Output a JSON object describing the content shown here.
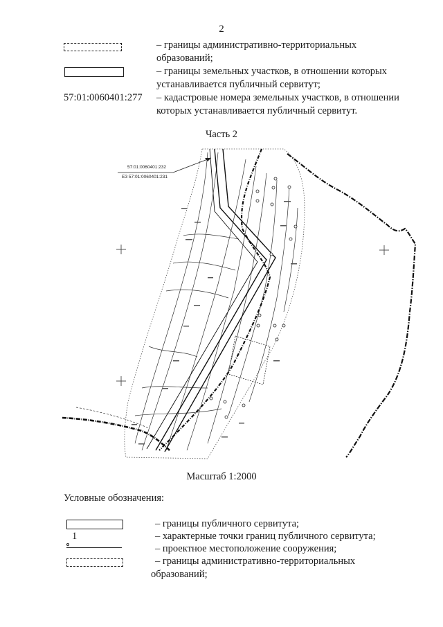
{
  "page": {
    "number": "2"
  },
  "top_legend": {
    "items": [
      {
        "symbol": "dash-dot-rectangle",
        "lines": [
          "– границы административно-территориальных",
          "образований;"
        ]
      },
      {
        "symbol": "solid-rectangle",
        "lines": [
          "– границы земельных участков, в отношении которых",
          "устанавливается публичный сервитут;"
        ]
      },
      {
        "symbol_text": "57:01:0060401:277",
        "lines": [
          "– кадастровые номера земельных участков, в отношении",
          "которых устанавливается публичный сервитут."
        ]
      }
    ]
  },
  "map": {
    "title": "Часть 2",
    "labels": {
      "parcel_1": "57:01:0060401:232",
      "parcel_2": "ЕЗ 57:01:0060401:231"
    },
    "scale": "Масштаб 1:2000"
  },
  "bottom_legend": {
    "title": "Условные обозначения:",
    "items": [
      {
        "symbol": "solid-rectangle",
        "lines": [
          "– границы публичного сервитута;"
        ]
      },
      {
        "symbol": "point",
        "symbol_text": "1",
        "lines": [
          "– характерные точки границ публичного сервитута;"
        ]
      },
      {
        "symbol": "solid-line",
        "lines": [
          "– проектное местоположение сооружения;"
        ]
      },
      {
        "symbol": "dash-dot-rectangle",
        "lines": [
          "– границы административно-территориальных",
          "образований;"
        ]
      }
    ]
  }
}
